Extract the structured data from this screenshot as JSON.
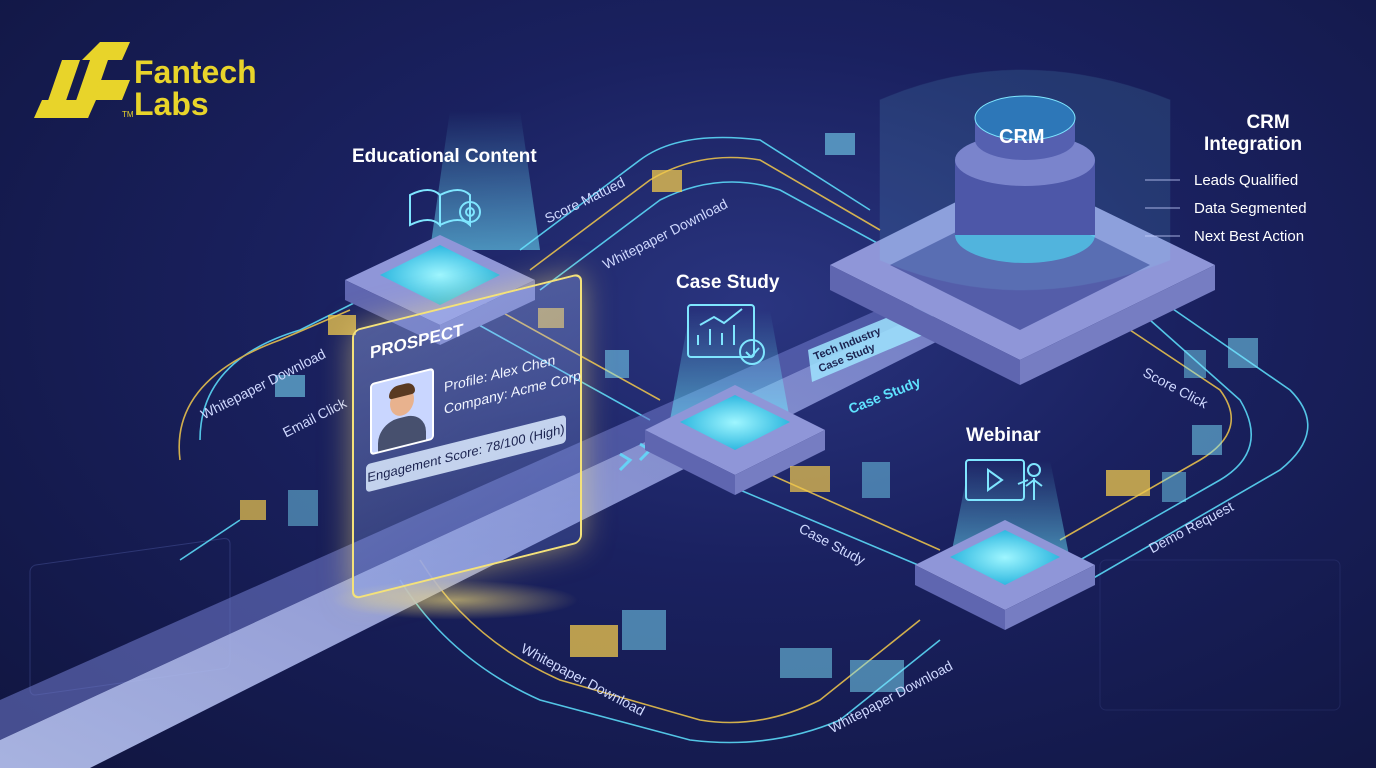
{
  "logo": {
    "line1": "Fantech",
    "line2": "Labs",
    "mark": "TM",
    "brand_color": "#e8d42a"
  },
  "nodes": {
    "educational": {
      "title": "Educational Content",
      "icon": "book-gear-icon"
    },
    "case_study": {
      "title": "Case Study",
      "icon": "chart-check-icon"
    },
    "webinar": {
      "title": "Webinar",
      "icon": "video-presenter-icon"
    },
    "crm": {
      "title": "CRM",
      "heading": "CRM\nIntegration",
      "heading_line1": "CRM",
      "heading_line2": "Integration",
      "items": [
        "Leads Qualified",
        "Data Segmented",
        "Next Best Action"
      ]
    }
  },
  "prospect": {
    "header": "PROSPECT",
    "profile": "Profile: Alex Chen",
    "company": "Company: Acme Corp",
    "score": "Engagement Score: 78/100 (High)"
  },
  "belt": {
    "sign_line1": "Tech Industry",
    "sign_line2": "Case Study",
    "label": "Case Study"
  },
  "flow_labels": {
    "score_matched": "Score Matued",
    "whitepaper_top": "Whitepaper Download",
    "whitepaper_left": "Whitepaper Download",
    "email_click": "Email Click",
    "score_click": "Score Click",
    "demo_request": "Demo Request",
    "case_study_lower": "Case Study",
    "whitepaper_bottom_left": "Whitepaper Download",
    "whitepaper_bottom_right": "Whitepaper Download"
  },
  "colors": {
    "cyan": "#5fe3ff",
    "gold": "#f2c94c",
    "platform": "#8f96d8"
  }
}
